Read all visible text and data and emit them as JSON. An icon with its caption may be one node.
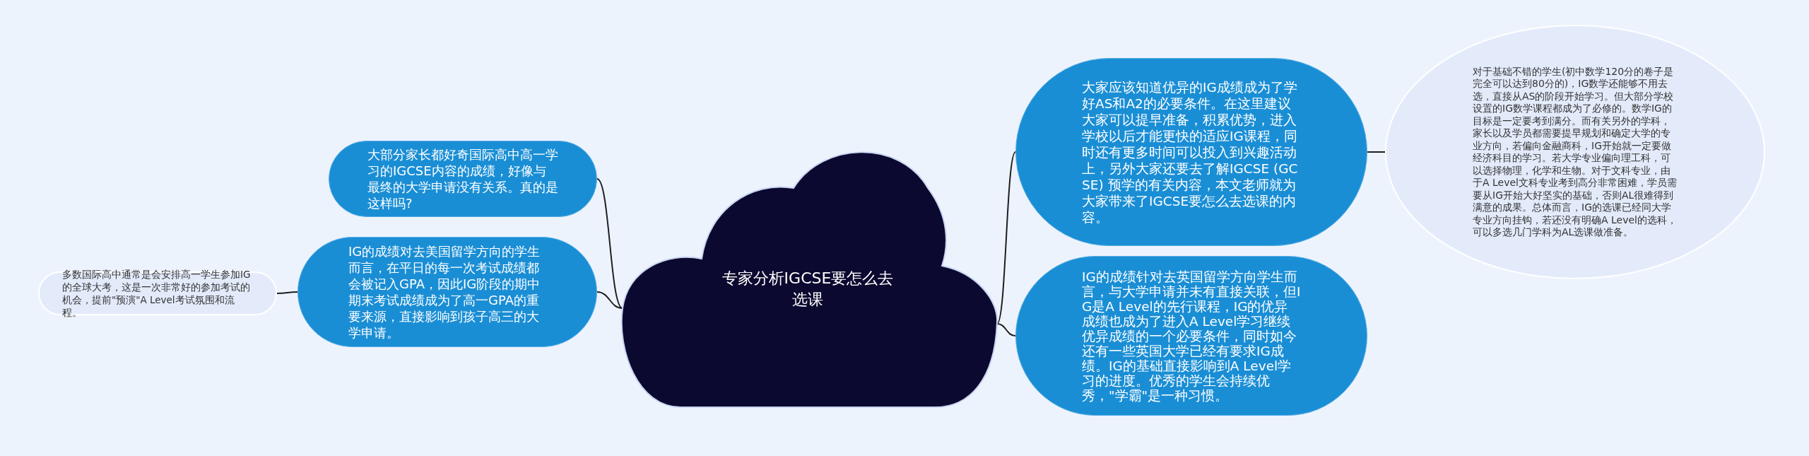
{
  "diagram": {
    "nodes": [
      {
        "text": [
          "专家分析IGCSE要怎么去选课"
        ]
      },
      {
        "text": [
          "大部分家长都好奇国际高中高一学习的IGCSE内容的成绩，好像与最终的大学申请没有关系。真的是这样吗?"
        ]
      },
      {
        "text": [
          "IG的成绩对去美国留学方向的学生而言，在平日的每一次考试成绩都会被记入GPA，因此IG阶段的期中期末考试成绩成为了高一GPA的重要来源，直接影响到孩子高三的大学申请。"
        ]
      },
      {
        "text": [
          "多数国际高中通常是会安排高一学生参加IG的全球大考，这是一次非常好的参加考试的机会，提前\"预演\"A Level考试氛围和流程。"
        ]
      },
      {
        "text": [
          "大家应该知道优异的IG成绩成为了学好AS和A2的必要条件。在这里建议大家可以提早准备，积累优势，进入学校以后才能更快的适应IG课程，同时还有更多时间可以投入到兴趣活动上，另外大家还要去了解IGCSE (GCSE) 预学的有关内容，本文老师就为大家带来了IGCSE要怎么去选课的内容。"
        ]
      },
      {
        "text": [
          "IG的成绩针对去英国留学方向学生而言，与大学申请并未有直接关联，但IG是A Level的先行课程，IG的优异成绩也成为了进入A Level学习继续优异成绩的一个必要条件，同时如今还有一些英国大学已经有要求IG成绩。IG的基础直接影响到A Level学习的进度。优秀的学生会持续优秀，\"学霸\"是一种习惯。"
        ]
      },
      {
        "text": [
          "对于基础不错的学生(初中数学120分的卷子是完全可以达到80分的)，IG数学还能够不用去选，直接从AS的阶段开始学习。但大部分学校设置的IG数学课程都成为了必修的。数学IG的目标是一定要考到满分。而有关另外的学科，家长以及学员都需要提早规划和确定大学的专业方向，若偏向金融商科，IG开始就一定要做经济科目的学习。若大学专业偏向理工科，可以选择物理，化学和生物。对于文科专业，由于A Level文科专业考到高分非常困难，学员需要从IG开始大好坚实的基础，否则AL很难得到满意的成果。总体而言，IG的选课已经同大学专业方向挂钩，若还没有明确A Level的选科，可以多选几门学科为AL选课做准备。"
        ]
      }
    ],
    "edges": [
      {
        "from": 0,
        "to": 1,
        "arrow": "none"
      },
      {
        "from": 0,
        "to": 2,
        "arrow": "none"
      },
      {
        "from": 2,
        "to": 3,
        "arrow": "none"
      },
      {
        "from": 0,
        "to": 4,
        "arrow": "none"
      },
      {
        "from": 0,
        "to": 5,
        "arrow": "none"
      },
      {
        "from": 4,
        "to": 6,
        "arrow": "none"
      }
    ]
  }
}
